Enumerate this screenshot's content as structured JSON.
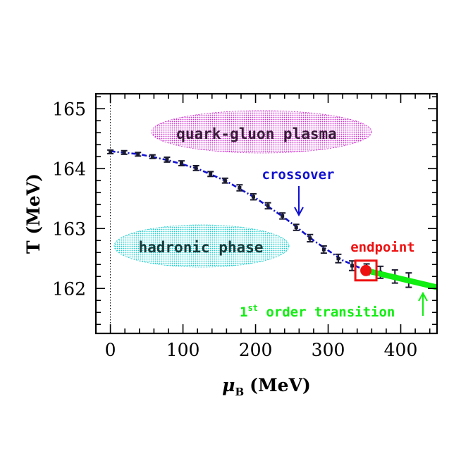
{
  "colors": {
    "data": "#1a1a2e",
    "crossover": "#1010d0",
    "endpoint": "#ee1111",
    "first_order": "#11ee11",
    "qgp": "#cc33cc",
    "hadronic": "#22cccc"
  },
  "chart_data": {
    "type": "scatter",
    "xlabel_symbol": "μ",
    "xlabel_sub": "B",
    "xlabel_unit": "(MeV)",
    "ylabel": "T (MeV)",
    "xlim": [
      -20,
      450
    ],
    "ylim": [
      161.25,
      165.25
    ],
    "xticks": [
      "0",
      "100",
      "200",
      "300",
      "400"
    ],
    "yticks": [
      "162",
      "163",
      "164",
      "165"
    ],
    "grid": false,
    "series": [
      {
        "points": [
          {
            "x": 0,
            "y": 164.28,
            "err": 0.03
          },
          {
            "x": 19,
            "y": 164.27,
            "err": 0.03
          },
          {
            "x": 38,
            "y": 164.24,
            "err": 0.03
          },
          {
            "x": 58,
            "y": 164.2,
            "err": 0.03
          },
          {
            "x": 78,
            "y": 164.15,
            "err": 0.04
          },
          {
            "x": 98,
            "y": 164.09,
            "err": 0.04
          },
          {
            "x": 118,
            "y": 164.01,
            "err": 0.04
          },
          {
            "x": 138,
            "y": 163.91,
            "err": 0.04
          },
          {
            "x": 158,
            "y": 163.8,
            "err": 0.04
          },
          {
            "x": 178,
            "y": 163.68,
            "err": 0.05
          },
          {
            "x": 197,
            "y": 163.53,
            "err": 0.05
          },
          {
            "x": 217,
            "y": 163.38,
            "err": 0.05
          },
          {
            "x": 237,
            "y": 163.21,
            "err": 0.05
          },
          {
            "x": 256,
            "y": 163.02,
            "err": 0.05
          },
          {
            "x": 275,
            "y": 162.84,
            "err": 0.06
          },
          {
            "x": 294,
            "y": 162.65,
            "err": 0.06
          },
          {
            "x": 314,
            "y": 162.5,
            "err": 0.07
          },
          {
            "x": 333,
            "y": 162.38,
            "err": 0.08
          },
          {
            "x": 353,
            "y": 162.32,
            "err": 0.09
          },
          {
            "x": 372,
            "y": 162.27,
            "err": 0.1
          },
          {
            "x": 392,
            "y": 162.2,
            "err": 0.11
          },
          {
            "x": 411,
            "y": 162.14,
            "err": 0.12
          }
        ]
      }
    ],
    "crossover_curve": [
      [
        0,
        164.29
      ],
      [
        40,
        164.24
      ],
      [
        80,
        164.14
      ],
      [
        120,
        164.0
      ],
      [
        160,
        163.79
      ],
      [
        200,
        163.51
      ],
      [
        240,
        163.18
      ],
      [
        280,
        162.8
      ],
      [
        320,
        162.47
      ],
      [
        352,
        162.3
      ]
    ],
    "first_order_line": [
      [
        352,
        162.3
      ],
      [
        450,
        162.02
      ]
    ],
    "endpoint": {
      "x": 352,
      "y": 162.3
    },
    "annotations": {
      "qgp": "quark-gluon plasma",
      "hadronic": "hadronic phase",
      "crossover": "crossover",
      "endpoint": "endpoint",
      "first_order_sup": "st",
      "first_order_prefix": "1",
      "first_order_rest": " order transition"
    }
  }
}
